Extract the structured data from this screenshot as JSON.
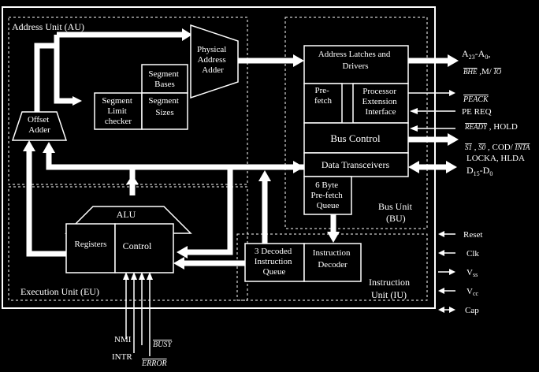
{
  "regions": {
    "address_unit": "Address Unit (AU)",
    "bus_unit": "Bus Unit (BU)",
    "execution_unit": "Execution Unit (EU)",
    "instruction_unit": "Instruction Unit (IU)"
  },
  "blocks": {
    "physical_address_adder": [
      "Physical",
      "Address",
      "Adder"
    ],
    "segment_bases": [
      "Segment",
      "Bases"
    ],
    "segment_limit_checker": [
      "Segment",
      "Limit",
      "checker"
    ],
    "segment_sizes": [
      "Segment",
      "Sizes"
    ],
    "offset_adder": [
      "Offset",
      "Adder"
    ],
    "address_latches": [
      "Address Latches and",
      "Drivers"
    ],
    "prefetch": [
      "Pre-",
      "fetch"
    ],
    "processor_extension": [
      "Processor",
      "Extension",
      "Interface"
    ],
    "bus_control": "Bus Control",
    "data_transceivers": "Data Transceivers",
    "prefetch_queue": [
      "6 Byte",
      "Pre-fetch",
      "Queue"
    ],
    "alu": "ALU",
    "registers": "Registers",
    "control": "Control",
    "decoded_queue": [
      "3 Decoded",
      "Instruction",
      "Queue"
    ],
    "instruction_decoder": [
      "Instruction",
      "Decoder"
    ]
  },
  "signals": {
    "address_bus": "A23-A0,",
    "bhe_mio": "BHE ,M/ IO",
    "peack": "PEACK",
    "pereq": "PE REQ",
    "ready_hold": "READY , HOLD",
    "status": "S1 , S0 , COD/ INTA",
    "locka_hlda": "LOCKA, HLDA",
    "data_bus": "D15-D0",
    "reset": "Reset",
    "clk": "Clk",
    "vss": "Vss",
    "vcc": "Vcc",
    "cap": "Cap",
    "nmi": "NMI",
    "intr": "INTR",
    "busy": "BUSY",
    "error": "ERROR"
  },
  "colors": {
    "background": "#000000",
    "foreground": "#ffffff"
  }
}
